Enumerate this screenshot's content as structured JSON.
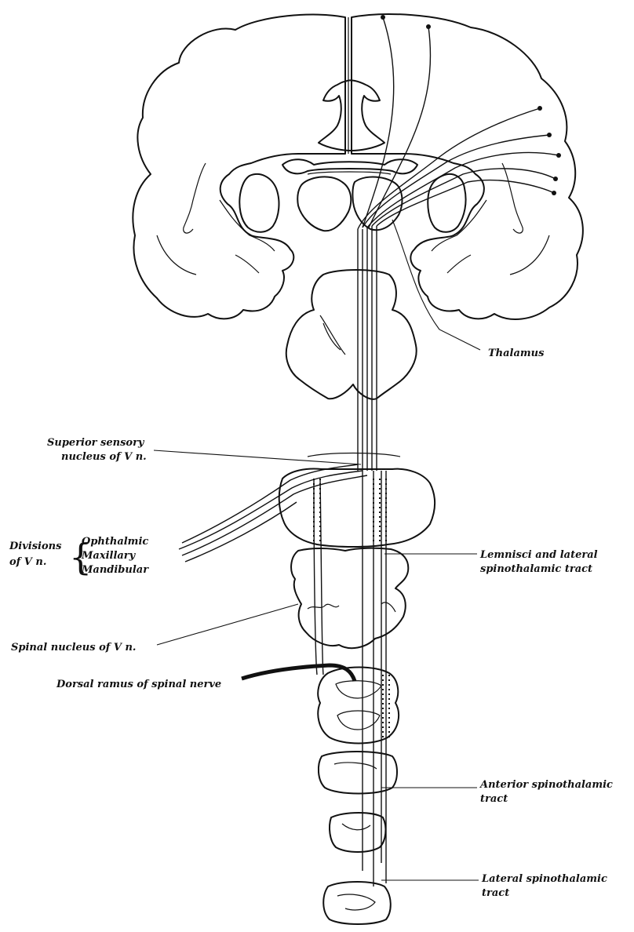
{
  "labels": {
    "thalamus": "Thalamus",
    "superior_sensory_1": "Superior sensory",
    "superior_sensory_2": "nucleus of V n.",
    "divisions_1": "Divisions",
    "divisions_2": "of V n.",
    "ophthalmic": "Ophthalmic",
    "maxillary": "Maxillary",
    "mandibular": "Mandibular",
    "lemnisci_1": "Lemnisci and lateral",
    "lemnisci_2": "spinothalamic tract",
    "spinal_nucleus": "Spinal nucleus of V n.",
    "anterior_1": "Anterior spinothalamic",
    "anterior_2": "tract",
    "lateral_1": "Lateral spinothalamic",
    "lateral_2": "tract",
    "dorsal_ramus": "Dorsal ramus of spinal nerve"
  }
}
